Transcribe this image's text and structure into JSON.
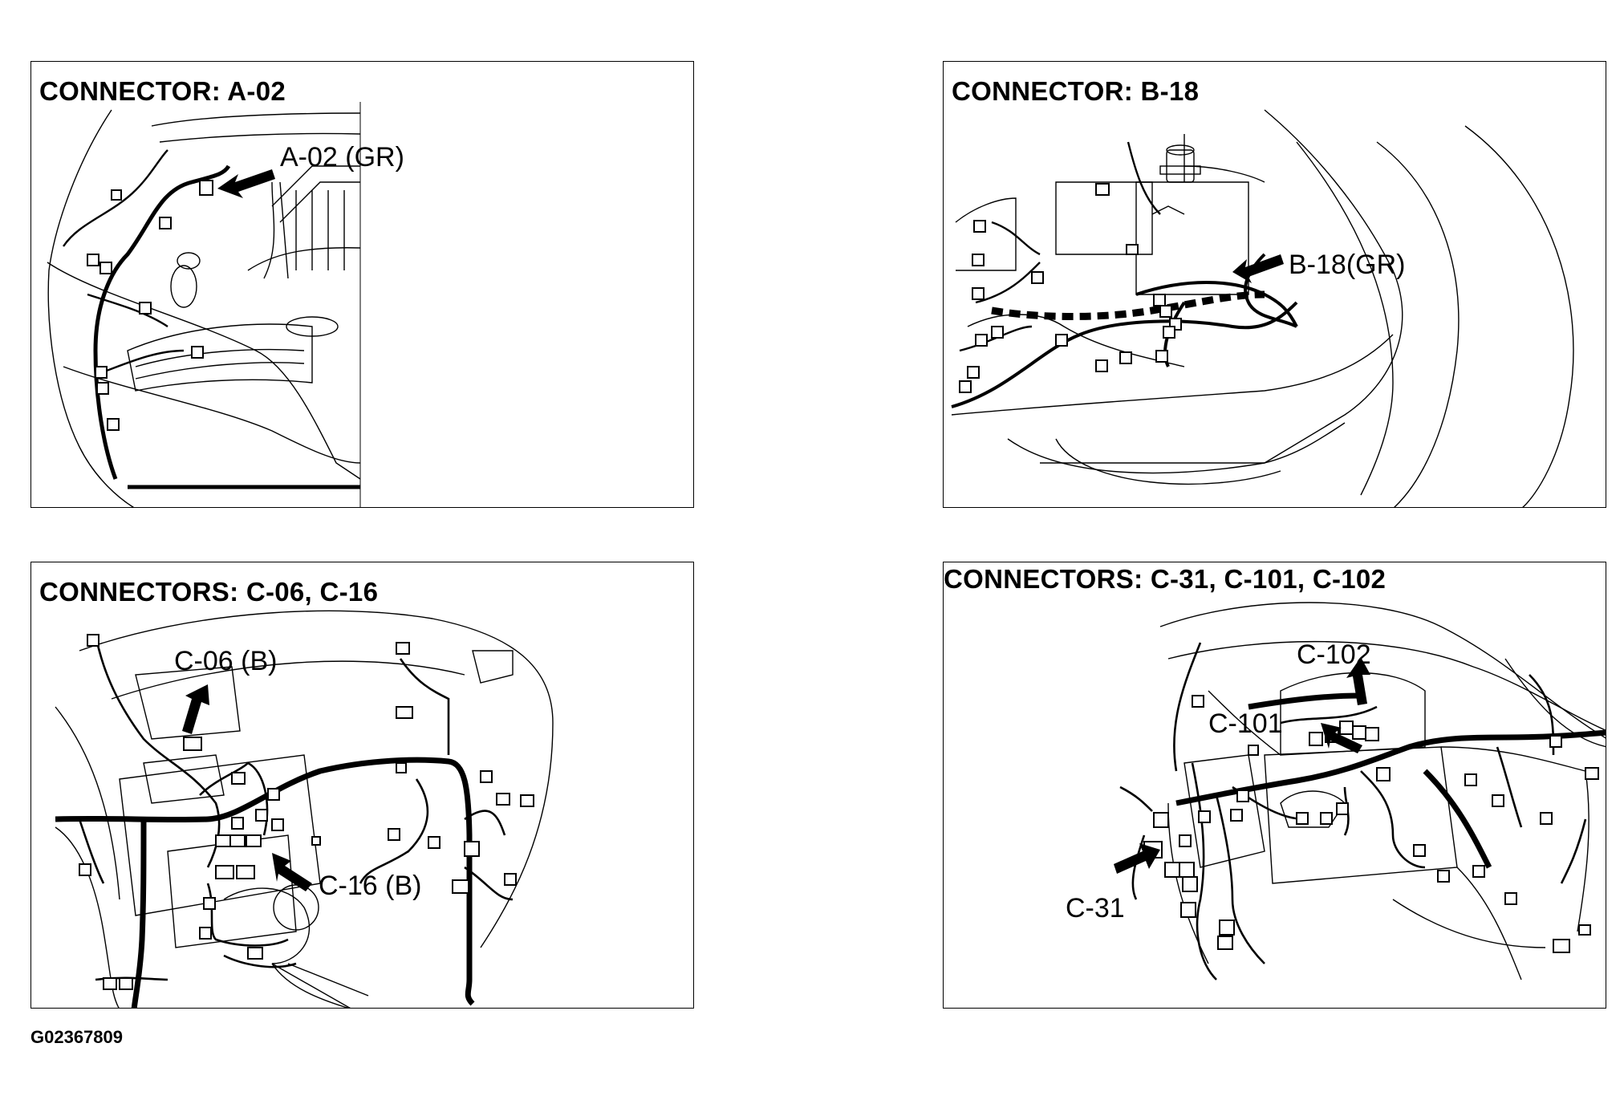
{
  "panels": [
    {
      "title": "CONNECTOR: A-02",
      "callouts": [
        "A-02 (GR)"
      ]
    },
    {
      "title": "CONNECTOR: B-18",
      "callouts": [
        "B-18(GR)"
      ]
    },
    {
      "title": "CONNECTORS: C-06, C-16",
      "callouts": [
        "C-06 (B)",
        "C-16 (B)"
      ]
    },
    {
      "title": "CONNECTORS: C-31, C-101, C-102",
      "callouts": [
        "C-102",
        "C-101",
        "C-31"
      ]
    }
  ],
  "figure_id": "G02367809",
  "colors": {
    "line": "#000000",
    "background": "#ffffff"
  }
}
